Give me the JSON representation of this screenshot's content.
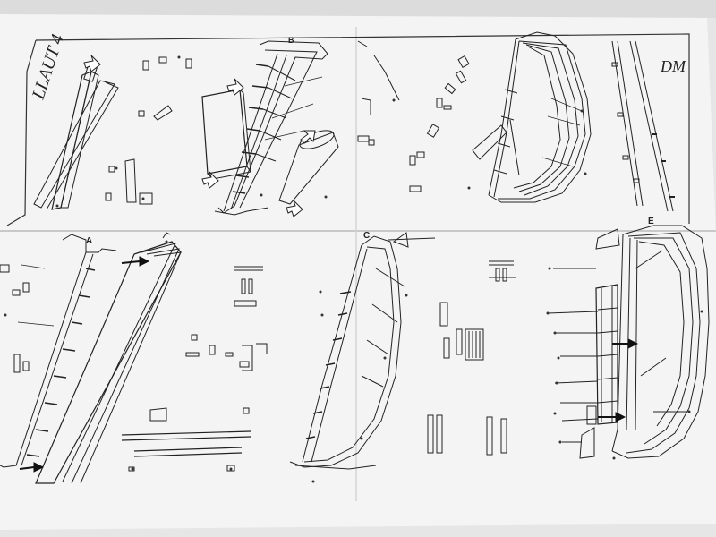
{
  "sheet": {
    "title": "LLAUT 4",
    "corner_mark": "DM",
    "paper_color": "#f4f4f4",
    "ink_color": "#222222",
    "background_color": "#e6e6e6"
  },
  "step_labels": {
    "a": "A",
    "b": "B",
    "c": "C",
    "e": "E"
  },
  "icons": [
    "arrow-icon"
  ]
}
